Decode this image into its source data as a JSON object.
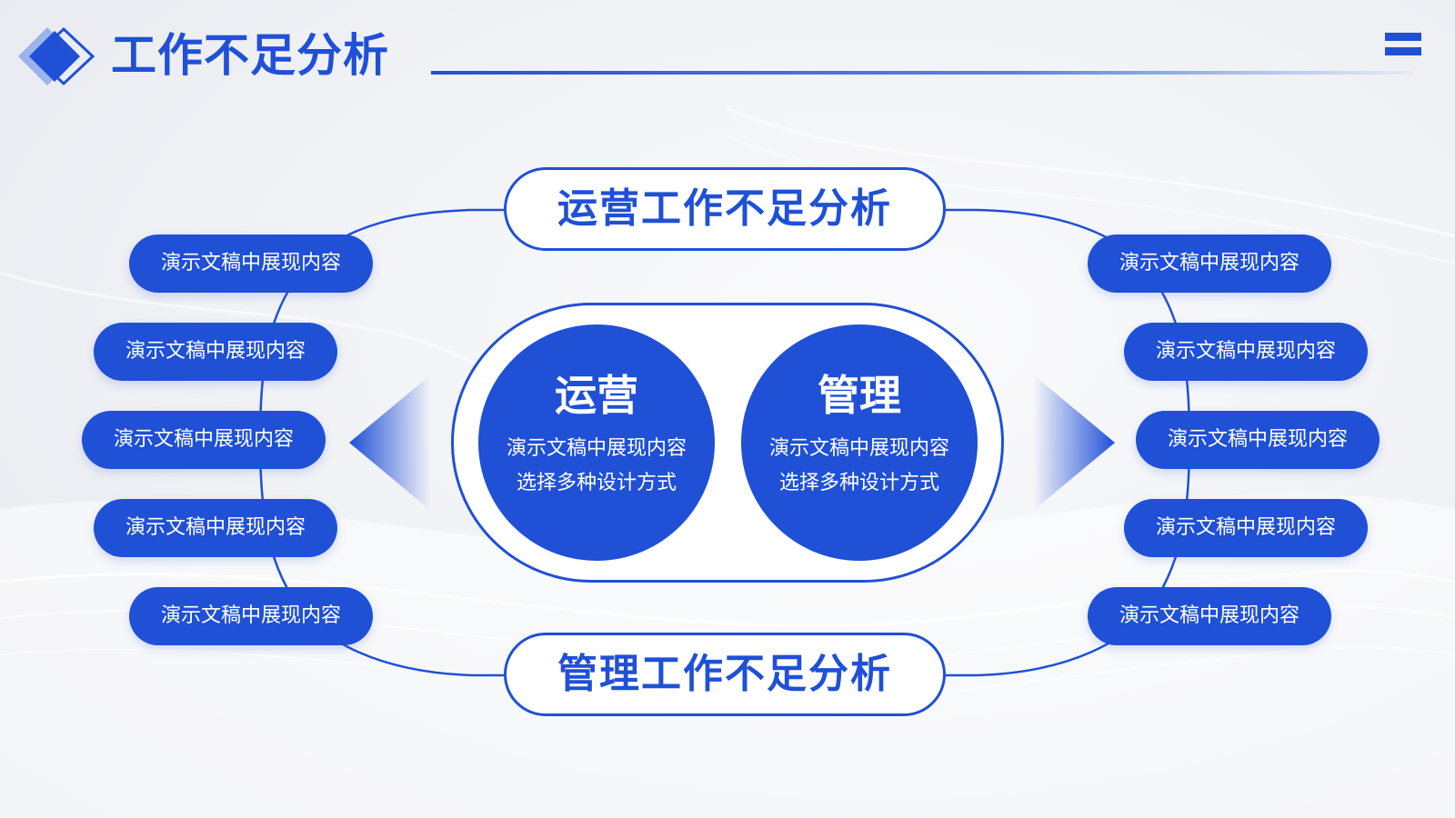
{
  "header": {
    "title": "工作不足分析"
  },
  "sections": {
    "top_title": "运营工作不足分析",
    "bottom_title": "管理工作不足分析"
  },
  "center": {
    "left": {
      "title": "运营",
      "line1": "演示文稿中展现内容",
      "line2": "选择多种设计方式"
    },
    "right": {
      "title": "管理",
      "line1": "演示文稿中展现内容",
      "line2": "选择多种设计方式"
    }
  },
  "left_items": [
    "演示文稿中展现内容",
    "演示文稿中展现内容",
    "演示文稿中展现内容",
    "演示文稿中展现内容",
    "演示文稿中展现内容"
  ],
  "right_items": [
    "演示文稿中展现内容",
    "演示文稿中展现内容",
    "演示文稿中展现内容",
    "演示文稿中展现内容",
    "演示文稿中展现内容"
  ],
  "colors": {
    "accent": "#1f50d6",
    "background": "#eef0f4",
    "text_on_accent": "#ffffff"
  },
  "icons": {
    "logo": "diamond-logo-icon",
    "menu": "menu-icon",
    "left_arrow": "arrow-left-icon",
    "right_arrow": "arrow-right-icon"
  }
}
